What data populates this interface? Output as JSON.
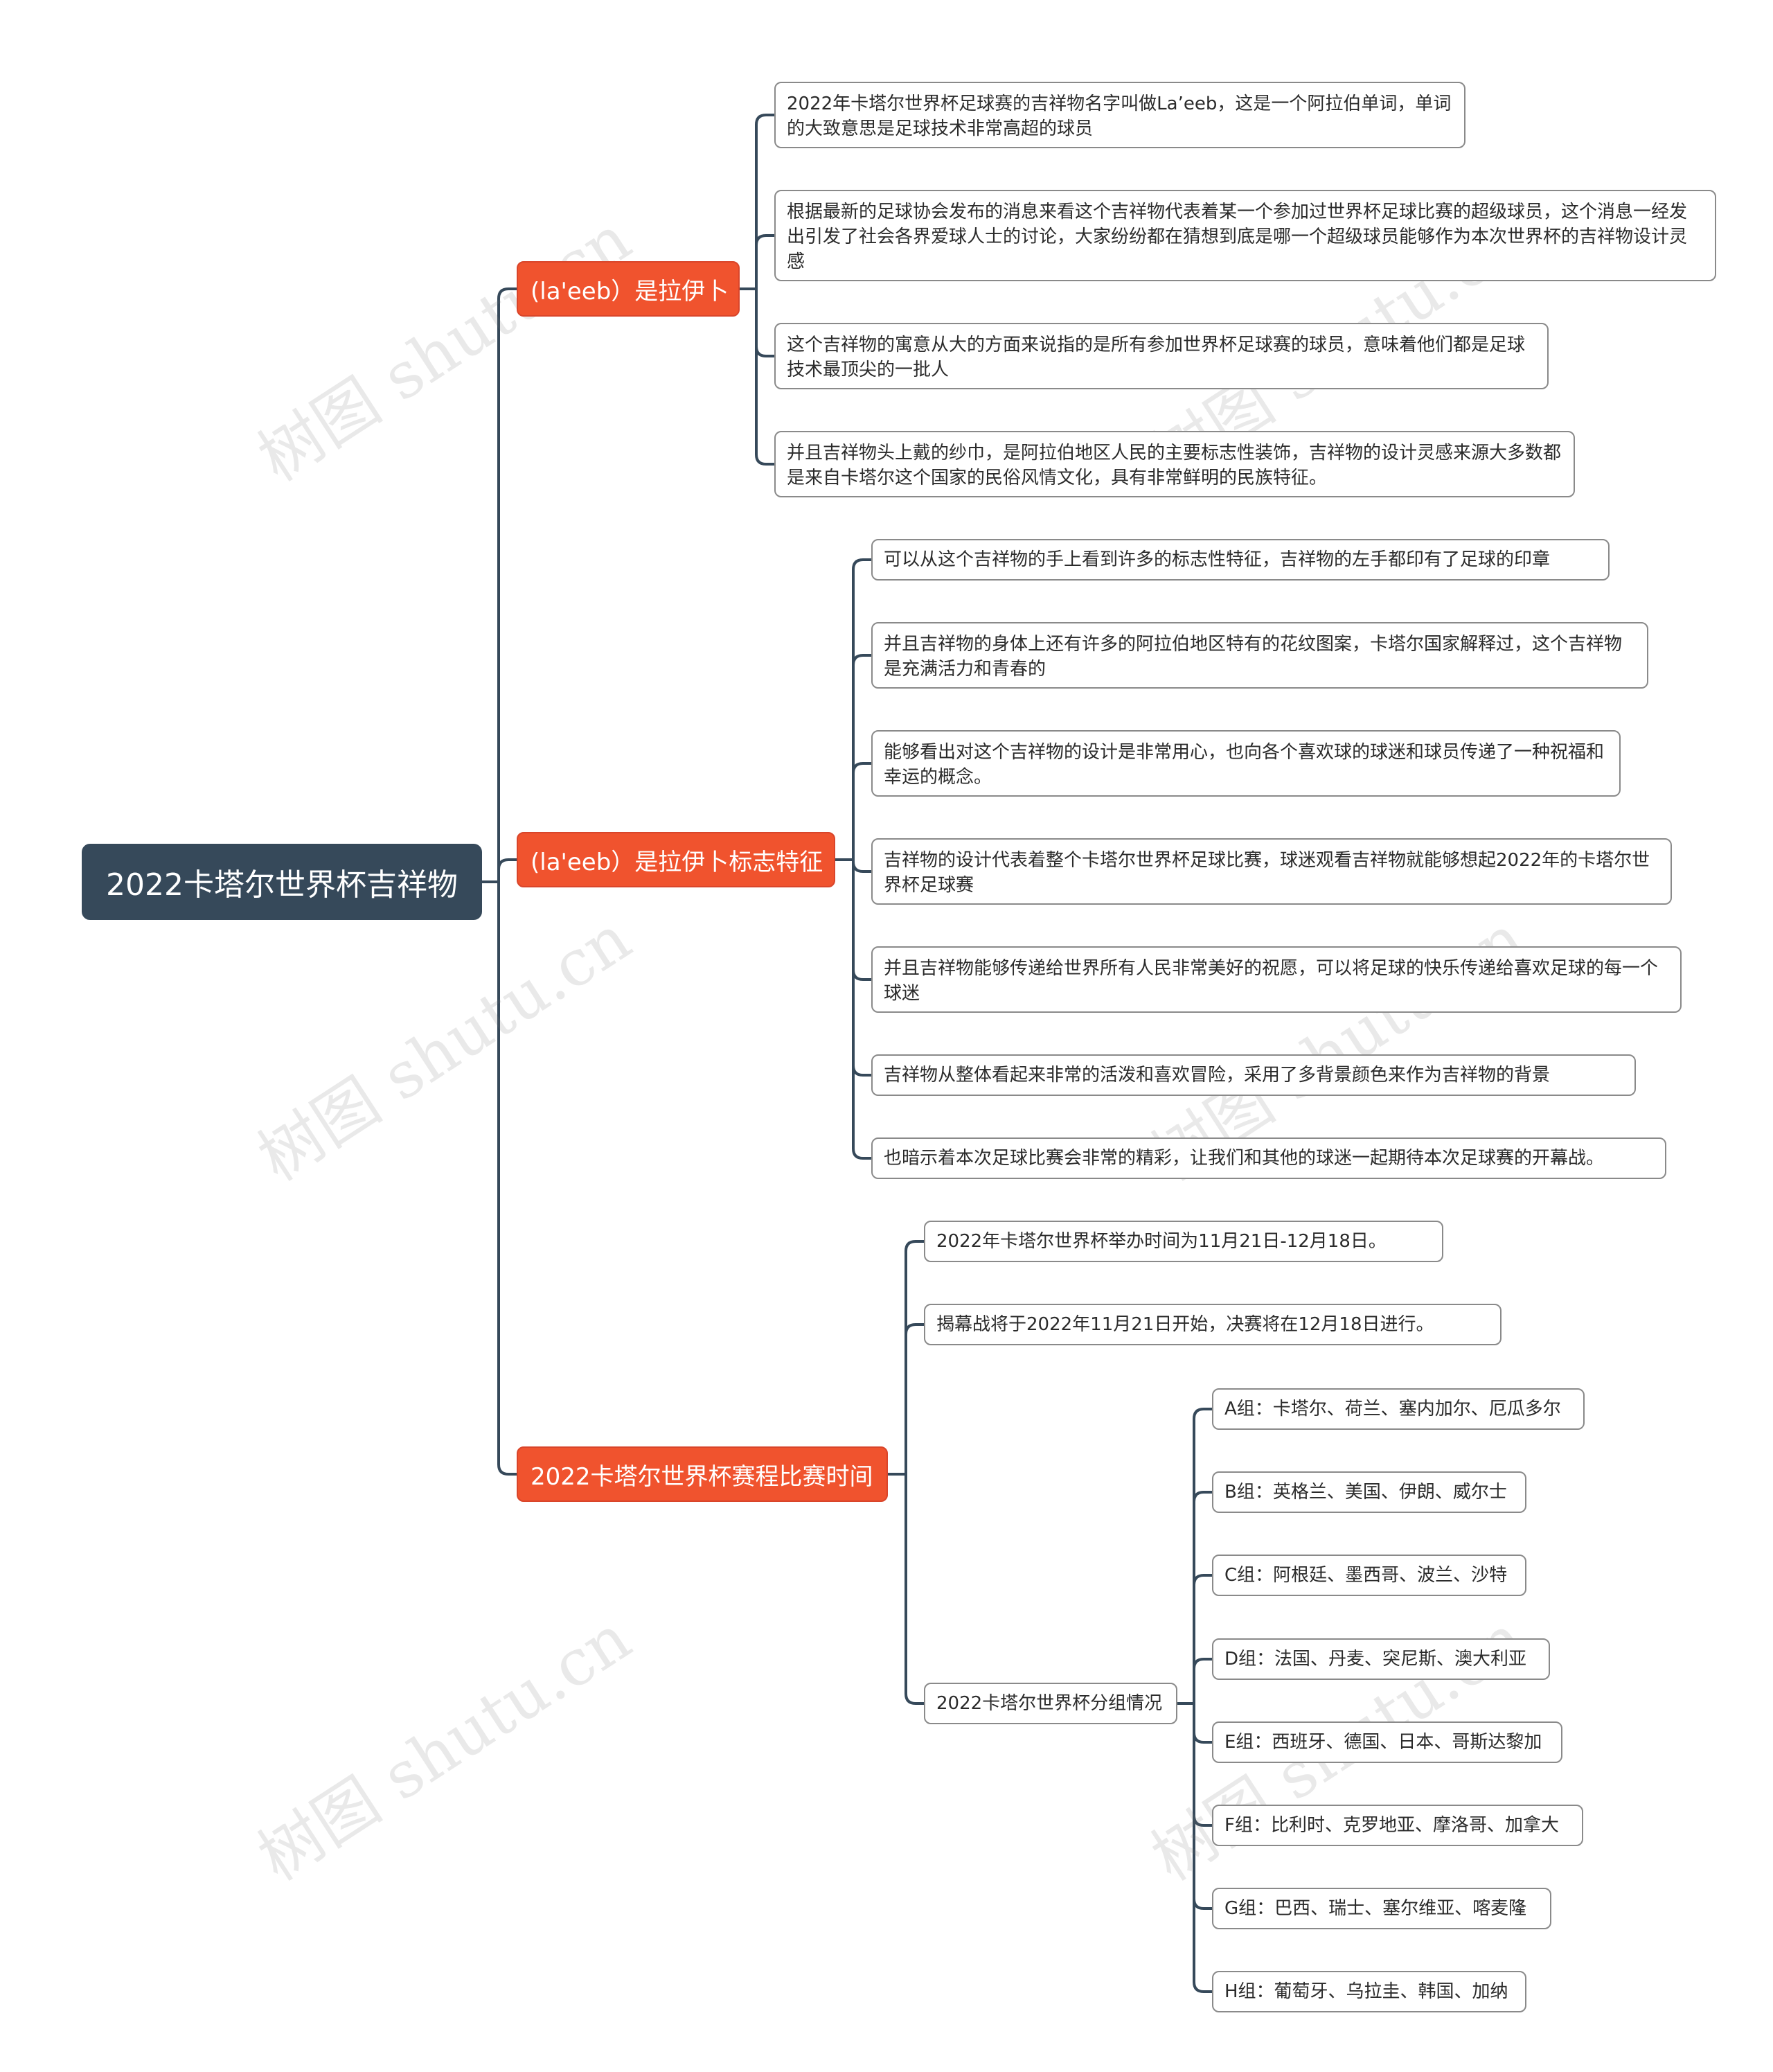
{
  "watermark": "树图 shutu.cn",
  "root": {
    "label": "2022卡塔尔世界杯吉祥物"
  },
  "branches": [
    {
      "label": "(la'eeb）是拉伊卜",
      "children": [
        "2022年卡塔尔世界杯足球赛的吉祥物名字叫做La’eeb，这是一个阿拉伯单词，单词的大致意思是足球技术非常高超的球员",
        "根据最新的足球协会发布的消息来看这个吉祥物代表着某一个参加过世界杯足球比赛的超级球员，这个消息一经发出引发了社会各界爱球人士的讨论，大家纷纷都在猜想到底是哪一个超级球员能够作为本次世界杯的吉祥物设计灵感",
        "这个吉祥物的寓意从大的方面来说指的是所有参加世界杯足球赛的球员，意味着他们都是足球技术最顶尖的一批人",
        "并且吉祥物头上戴的纱巾，是阿拉伯地区人民的主要标志性装饰，吉祥物的设计灵感来源大多数都是来自卡塔尔这个国家的民俗风情文化，具有非常鲜明的民族特征。"
      ]
    },
    {
      "label": "(la'eeb）是拉伊卜标志特征",
      "children": [
        "可以从这个吉祥物的手上看到许多的标志性特征，吉祥物的左手都印有了足球的印章",
        "并且吉祥物的身体上还有许多的阿拉伯地区特有的花纹图案，卡塔尔国家解释过，这个吉祥物是充满活力和青春的",
        "能够看出对这个吉祥物的设计是非常用心，也向各个喜欢球的球迷和球员传递了一种祝福和幸运的概念。",
        "吉祥物的设计代表着整个卡塔尔世界杯足球比赛，球迷观看吉祥物就能够想起2022年的卡塔尔世界杯足球赛",
        "并且吉祥物能够传递给世界所有人民非常美好的祝愿，可以将足球的快乐传递给喜欢足球的每一个球迷",
        "吉祥物从整体看起来非常的活泼和喜欢冒险，采用了多背景颜色来作为吉祥物的背景",
        "也暗示着本次足球比赛会非常的精彩，让我们和其他的球迷一起期待本次足球赛的开幕战。"
      ]
    },
    {
      "label": "2022卡塔尔世界杯赛程比赛时间",
      "children": [
        "2022年卡塔尔世界杯举办时间为11月21日-12月18日。",
        "揭幕战将于2022年11月21日开始，决赛将在12月18日进行。",
        "2022卡塔尔世界杯分组情况"
      ],
      "groups": [
        "A组：卡塔尔、荷兰、塞内加尔、厄瓜多尔",
        "B组：英格兰、美国、伊朗、威尔士",
        "C组：阿根廷、墨西哥、波兰、沙特",
        "D组：法国、丹麦、突尼斯、澳大利亚",
        "E组：西班牙、德国、日本、哥斯达黎加",
        "F组：比利时、克罗地亚、摩洛哥、加拿大",
        "G组：巴西、瑞士、塞尔维亚、喀麦隆",
        "H组：葡萄牙、乌拉圭、韩国、加纳"
      ]
    }
  ],
  "colors": {
    "root": "#36495a",
    "branch": "#f0532e",
    "line": "#36495a",
    "leaf_border": "#8a8a8a"
  }
}
